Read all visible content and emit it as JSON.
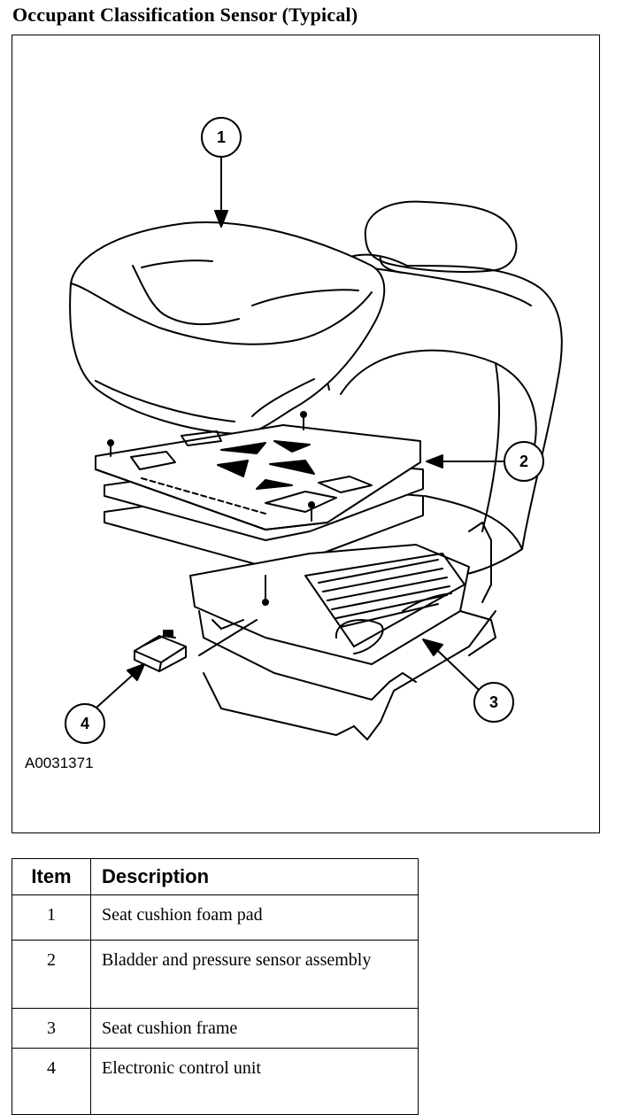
{
  "title": "Occupant Classification Sensor (Typical)",
  "figure": {
    "id": "A0031371",
    "callouts": [
      "1",
      "2",
      "3",
      "4"
    ]
  },
  "legend": {
    "headers": {
      "item": "Item",
      "description": "Description"
    },
    "rows": [
      {
        "item": "1",
        "description": "Seat cushion foam pad"
      },
      {
        "item": "2",
        "description": "Bladder and pressure sensor assembly"
      },
      {
        "item": "3",
        "description": "Seat cushion frame"
      },
      {
        "item": "4",
        "description": "Electronic control unit"
      }
    ]
  }
}
